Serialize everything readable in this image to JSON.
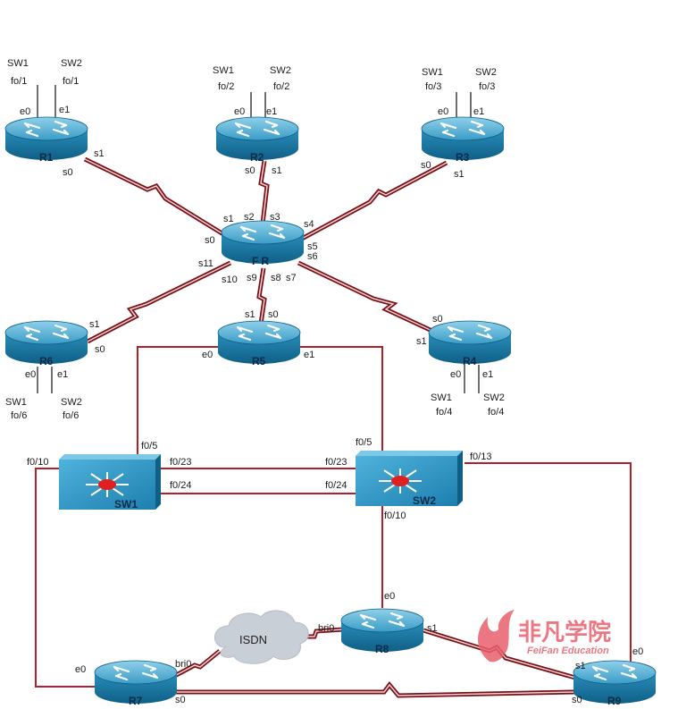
{
  "routers": {
    "r1": {
      "name": "R1"
    },
    "r2": {
      "name": "R2"
    },
    "r3": {
      "name": "R3"
    },
    "fr": {
      "name": "FR"
    },
    "r4": {
      "name": "R4"
    },
    "r5": {
      "name": "R5"
    },
    "r6": {
      "name": "R6"
    },
    "r7": {
      "name": "R7"
    },
    "r8": {
      "name": "R8"
    },
    "r9": {
      "name": "R9"
    }
  },
  "switches": {
    "sw1": {
      "name": "SW1"
    },
    "sw2": {
      "name": "SW2"
    }
  },
  "cloud": {
    "label": "ISDN"
  },
  "labels": {
    "r1": {
      "sw1": "SW1",
      "sw2": "SW2",
      "p1": "fo/1",
      "p2": "fo/1",
      "e0": "e0",
      "e1": "e1",
      "s1": "s1",
      "s0": "s0"
    },
    "r2": {
      "sw1": "SW1",
      "sw2": "SW2",
      "p1": "fo/2",
      "p2": "fo/2",
      "e0": "e0",
      "e1": "e1",
      "s0": "s0",
      "s1": "s1"
    },
    "r3": {
      "sw1": "SW1",
      "sw2": "SW2",
      "p1": "fo/3",
      "p2": "fo/3",
      "e0": "e0",
      "e1": "e1",
      "s0": "s0",
      "s1": "s1"
    },
    "fr": {
      "s0": "s0",
      "s1": "s1",
      "s2": "s2",
      "s3": "s3",
      "s4": "s4",
      "s5": "s5",
      "s6": "s6",
      "s7": "s7",
      "s8": "s8",
      "s9": "s9",
      "s10": "s10",
      "s11": "s11"
    },
    "r6": {
      "s1": "s1",
      "s0": "s0",
      "e0": "e0",
      "e1": "e1",
      "sw1": "SW1",
      "sw2": "SW2",
      "p1": "fo/6",
      "p2": "fo/6"
    },
    "r5": {
      "s1": "s1",
      "s0": "s0",
      "e0": "e0",
      "e1": "e1"
    },
    "r4": {
      "s0": "s0",
      "s1": "s1",
      "e0": "e0",
      "e1": "e1",
      "sw1": "SW1",
      "sw2": "SW2",
      "p1": "fo/4",
      "p2": "fo/4"
    },
    "sw1": {
      "f0_5": "f0/5",
      "f0_10": "f0/10",
      "f0_23": "f0/23",
      "f0_24": "f0/24"
    },
    "sw2": {
      "f0_5": "f0/5",
      "f0_23": "f0/23",
      "f0_24": "f0/24",
      "f0_13": "f0/13",
      "f0_10": "f0/10"
    },
    "r8": {
      "e0": "e0",
      "bri0": "bri0",
      "s1": "s1"
    },
    "r7": {
      "e0": "e0",
      "bri0": "bri0",
      "s0": "s0"
    },
    "r9": {
      "e0": "e0",
      "s1": "s1",
      "s0": "s0"
    }
  },
  "watermark": {
    "title": "非凡学院",
    "subtitle": "FeiFan Education"
  },
  "colors": {
    "router_body": "#1f7ea6",
    "router_top": "#5fb0d0",
    "switch_body": "#2b8fbf",
    "ethernet": "#b01f2a",
    "serial": "#7a1018",
    "cloud": "#c9cfd6",
    "watermark": "#e8606e"
  }
}
